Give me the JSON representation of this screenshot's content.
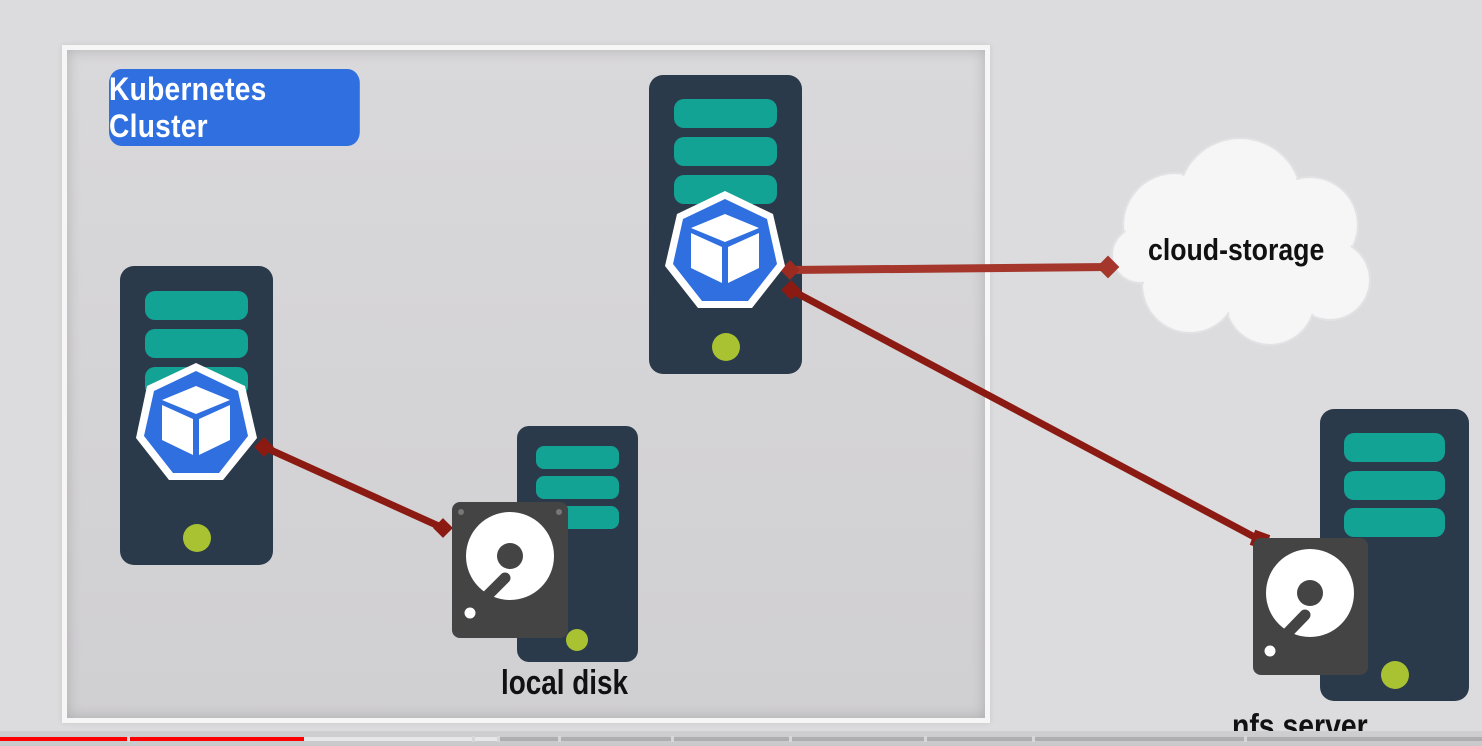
{
  "diagram": {
    "cluster_label": "Kubernetes Cluster",
    "nodes": {
      "local_disk_label": "local disk",
      "cloud_storage_label": "cloud-storage",
      "nfs_server_label": "nfs server"
    }
  },
  "colors": {
    "server_body": "#2b3a4a",
    "server_slot": "#12a394",
    "server_led": "#a8c232",
    "pod_blue": "#2f6fe0",
    "connector": "#8b1a12",
    "disk": "#444444",
    "progress_played": "#ff0000"
  },
  "icons": [
    "server-icon",
    "kubernetes-pod-icon",
    "hard-disk-icon",
    "cloud-icon"
  ],
  "video_progress": {
    "played_fraction": 0.205
  }
}
